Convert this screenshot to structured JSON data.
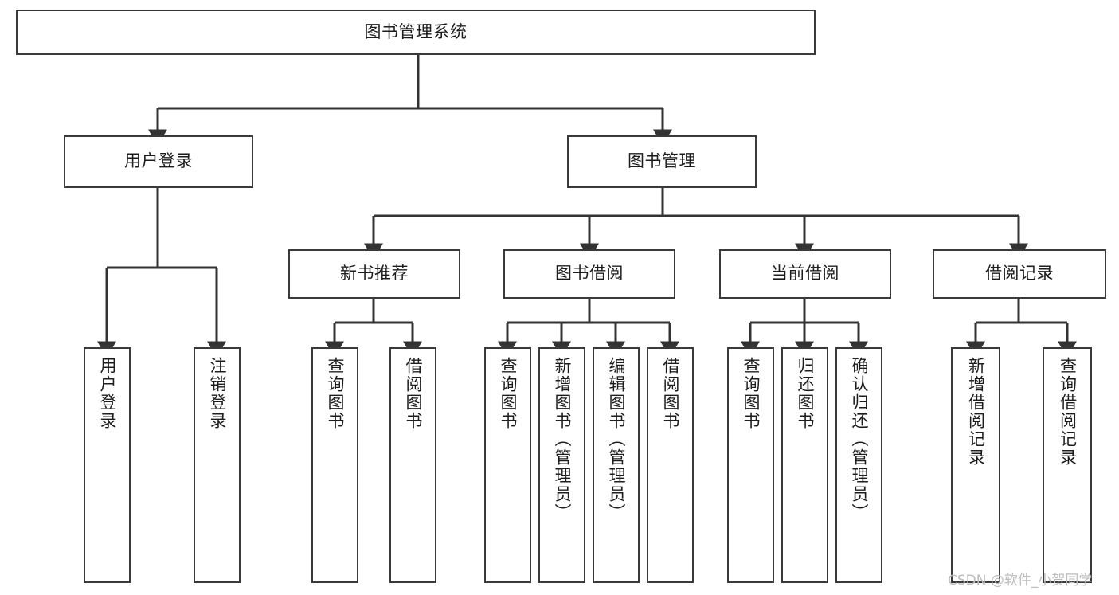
{
  "diagram": {
    "title": "图书管理系统",
    "type": "hierarchy-tree",
    "root": {
      "id": "root",
      "label": "图书管理系统"
    },
    "level1": [
      {
        "id": "user-login",
        "label": "用户登录"
      },
      {
        "id": "book-management",
        "label": "图书管理"
      }
    ],
    "level2": [
      {
        "id": "new-book-recommend",
        "label": "新书推荐",
        "parent": "book-management"
      },
      {
        "id": "book-borrow",
        "label": "图书借阅",
        "parent": "book-management"
      },
      {
        "id": "current-borrow",
        "label": "当前借阅",
        "parent": "book-management"
      },
      {
        "id": "borrow-record",
        "label": "借阅记录",
        "parent": "book-management"
      }
    ],
    "leaves": [
      {
        "id": "leaf-user-login",
        "label": "用户登录",
        "parent": "user-login"
      },
      {
        "id": "leaf-logout-login",
        "label": "注销登录",
        "parent": "user-login"
      },
      {
        "id": "leaf-query-book-1",
        "label": "查询图书",
        "parent": "new-book-recommend"
      },
      {
        "id": "leaf-borrow-book-1",
        "label": "借阅图书",
        "parent": "new-book-recommend"
      },
      {
        "id": "leaf-query-book-2",
        "label": "查询图书",
        "parent": "book-borrow"
      },
      {
        "id": "leaf-add-book-admin",
        "label": "新增图书（管理员）",
        "parent": "book-borrow"
      },
      {
        "id": "leaf-edit-book-admin",
        "label": "编辑图书（管理员）",
        "parent": "book-borrow"
      },
      {
        "id": "leaf-borrow-book-2",
        "label": "借阅图书",
        "parent": "book-borrow"
      },
      {
        "id": "leaf-query-book-3",
        "label": "查询图书",
        "parent": "current-borrow"
      },
      {
        "id": "leaf-return-book",
        "label": "归还图书",
        "parent": "current-borrow"
      },
      {
        "id": "leaf-confirm-return-admin",
        "label": "确认归还（管理员）",
        "parent": "current-borrow"
      },
      {
        "id": "leaf-add-borrow-record",
        "label": "新增借阅记录",
        "parent": "borrow-record"
      },
      {
        "id": "leaf-query-borrow-record",
        "label": "查询借阅记录",
        "parent": "borrow-record"
      }
    ]
  },
  "watermark": {
    "text": "CSDN @软件_小贺同学"
  },
  "colors": {
    "box_border": "#3a3a3a",
    "box_fill": "#ffffff",
    "connector": "#333333",
    "text": "#1d1d1d",
    "watermark": "#bdbdbd",
    "background": "#ffffff"
  }
}
